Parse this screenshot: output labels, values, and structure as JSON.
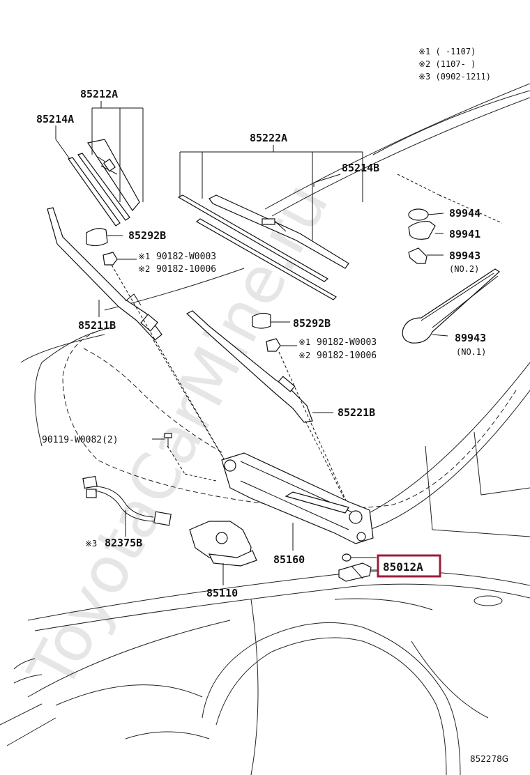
{
  "watermark": "ToyotaCarMine.ru",
  "notes": [
    "※1 (     -1107)",
    "※2 (1107-     )",
    "※3 (0902-1211)"
  ],
  "labels": {
    "p85212A": "85212A",
    "p85214A": "85214A",
    "p85222A": "85222A",
    "p85214B": "85214B",
    "p89944": "89944",
    "p89941": "89941",
    "p89943_2": "89943",
    "no2": "(NO.2)",
    "p89943_1": "89943",
    "no1": "(NO.1)",
    "p85292B_1": "85292B",
    "nut1_a_mark": "※1",
    "nut1_a": "90182-W0003",
    "nut1_b_mark": "※2",
    "nut1_b": "90182-10006",
    "p85211B": "85211B",
    "p85292B_2": "85292B",
    "nut2_a_mark": "※1",
    "nut2_a": "90182-W0003",
    "nut2_b_mark": "※2",
    "nut2_b": "90182-10006",
    "p85221B": "85221B",
    "bolt": "90119-W0082(2)",
    "harness_mark": "※3",
    "harness": "82375B",
    "p85160": "85160",
    "p85110": "85110",
    "p85012A": "85012A",
    "illustration_no": "852278G"
  },
  "colors": {
    "highlight": "#9b1c3a",
    "ink": "#111111",
    "watermark": "#e6e6e6"
  }
}
